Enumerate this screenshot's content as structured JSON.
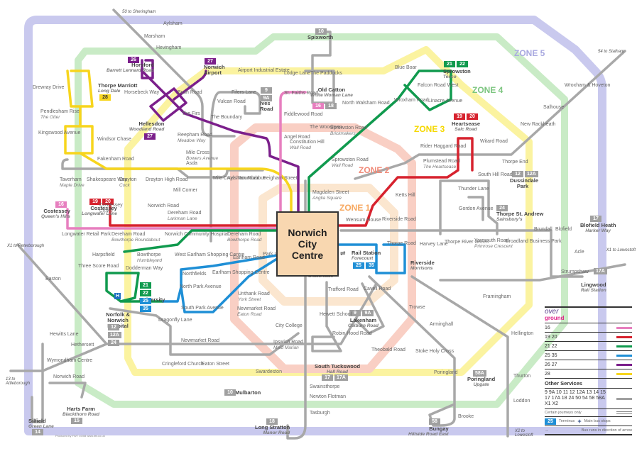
{
  "map": {
    "title": "Norwich City Centre",
    "title_lines": [
      "Norwich",
      "City",
      "Centre"
    ],
    "zones": [
      {
        "label": "ZONE 1",
        "color": "#f7a860"
      },
      {
        "label": "ZONE 2",
        "color": "#f08a78"
      },
      {
        "label": "ZONE 3",
        "color": "#f5e02a"
      },
      {
        "label": "ZONE 4",
        "color": "#86cf8a"
      },
      {
        "label": "ZONE 5",
        "color": "#a9a9e0"
      }
    ],
    "destinations": [
      "50 to Sheringham",
      "54 to Stalham",
      "X1 to Peterborough",
      "13 to Attleborough",
      "X1 to Lowestoft",
      "X2 to Lowestoft"
    ],
    "route_colors": {
      "16": "#e77fbf",
      "19_20": "#d7222e",
      "21_22": "#109a4e",
      "25_35": "#1f8fd6",
      "26_27": "#7b1f8b",
      "28": "#f7d51d",
      "other": "#a0a0a0"
    },
    "termini": [
      {
        "name": "Horsford",
        "sub": "Barrett Lennard Road",
        "routes": [
          "26"
        ],
        "color": "#7b1f8b"
      },
      {
        "name": "Norwich Airport",
        "sub": "",
        "routes": [
          "27"
        ],
        "color": "#7b1f8b"
      },
      {
        "name": "Hellesdon",
        "sub": "Woodland Road",
        "routes": [
          "27"
        ],
        "color": "#7b1f8b"
      },
      {
        "name": "Thorpe Marriott",
        "sub": "Long Dale",
        "routes": [
          "28"
        ],
        "color": "#f7d51d"
      },
      {
        "name": "Spixworth",
        "sub": "",
        "routes": [
          "10"
        ],
        "color": "#a0a0a0"
      },
      {
        "name": "Old Catton",
        "sub": "White Woman Lane",
        "routes": [
          "16",
          "18"
        ],
        "color": "#e77fbf"
      },
      {
        "name": "Ives Road",
        "sub": "",
        "routes": [
          "9",
          "9A"
        ],
        "color": "#a0a0a0"
      },
      {
        "name": "Sprowston",
        "sub": "Tesco",
        "routes": [
          "21",
          "22"
        ],
        "color": "#109a4e"
      },
      {
        "name": "Heartsease",
        "sub": "Salc Road",
        "routes": [
          "19",
          "20"
        ],
        "color": "#d7222e"
      },
      {
        "name": "Dussindale Park",
        "sub": "",
        "routes": [
          "12",
          "12A"
        ],
        "color": "#a0a0a0"
      },
      {
        "name": "Thorpe St. Andrew",
        "sub": "Sainsbury's",
        "routes": [
          "24"
        ],
        "color": "#a0a0a0"
      },
      {
        "name": "Blofield Heath",
        "sub": "Harker Way",
        "routes": [
          "17"
        ],
        "color": "#a0a0a0"
      },
      {
        "name": "Lingwood",
        "sub": "Rail Station",
        "routes": [
          "17A"
        ],
        "color": "#a0a0a0"
      },
      {
        "name": "Costessey",
        "sub": "Queen's Hills",
        "routes": [
          "16"
        ],
        "color": "#e77fbf"
      },
      {
        "name": "Costessey",
        "sub": "Longwater Lane",
        "routes": [
          "19",
          "20"
        ],
        "color": "#d7222e"
      },
      {
        "name": "University",
        "sub": "",
        "routes": [
          "21",
          "22",
          "25",
          "35"
        ],
        "color": "#109a4e"
      },
      {
        "name": "Norfolk & Norwich Hospital",
        "sub": "",
        "routes": [
          "12",
          "12A",
          "24"
        ],
        "color": "#a0a0a0"
      },
      {
        "name": "Rail Station",
        "sub": "Forecourt",
        "routes": [
          "25",
          "35"
        ],
        "color": "#1f8fd6"
      },
      {
        "name": "Riverside",
        "sub": "Morrisons",
        "routes": [],
        "color": "#1f8fd6"
      },
      {
        "name": "Lakenham",
        "sub": "Colburn Road",
        "routes": [
          "9",
          "9A"
        ],
        "color": "#a0a0a0"
      },
      {
        "name": "South Tuckswood",
        "sub": "Hall Road",
        "routes": [
          "17",
          "17A"
        ],
        "color": "#a0a0a0"
      },
      {
        "name": "Poringland",
        "sub": "Upgate",
        "routes": [
          "58A"
        ],
        "color": "#a0a0a0"
      },
      {
        "name": "Mulbarton",
        "sub": "",
        "routes": [
          "10"
        ],
        "color": "#a0a0a0"
      },
      {
        "name": "Long Stratton",
        "sub": "Manor Road",
        "routes": [
          "18"
        ],
        "color": "#a0a0a0"
      },
      {
        "name": "Bungay",
        "sub": "Hillside Road East",
        "routes": [
          "58"
        ],
        "color": "#a0a0a0"
      },
      {
        "name": "Harts Farm",
        "sub": "Blackthorn Road",
        "routes": [
          "15"
        ],
        "color": "#a0a0a0"
      },
      {
        "name": "Silfield",
        "sub": "Green Lane",
        "routes": [
          "14"
        ],
        "color": "#a0a0a0"
      }
    ],
    "stops": [
      {
        "name": "Aylsham"
      },
      {
        "name": "Marsham"
      },
      {
        "name": "Hevingham"
      },
      {
        "name": "Drewray Drive"
      },
      {
        "name": "Pendlesham Rise",
        "sub": "The Otter"
      },
      {
        "name": "Kingswood Avenue"
      },
      {
        "name": "Windsor Chase"
      },
      {
        "name": "Horsebeck Way"
      },
      {
        "name": "Bush Road"
      },
      {
        "name": "The Firs"
      },
      {
        "name": "Reepham Road",
        "sub": "Meadow Way"
      },
      {
        "name": "Vulcan Road"
      },
      {
        "name": "The Boundary"
      },
      {
        "name": "Airport Industrial Estate"
      },
      {
        "name": "Fifers Lane"
      },
      {
        "name": "Lodge Lane"
      },
      {
        "name": "The Paddocks"
      },
      {
        "name": "St. Faiths Road"
      },
      {
        "name": "Fiddlewood Road"
      },
      {
        "name": "North Walsham Road"
      },
      {
        "name": "The Woodman"
      },
      {
        "name": "Angel Road"
      },
      {
        "name": "Constitution Hill",
        "sub": "Wall Road"
      },
      {
        "name": "Sprowston Road",
        "sub": "Wall Road"
      },
      {
        "name": "Sprowston Road",
        "sub": "Brickmakers"
      },
      {
        "name": "Blue Boar"
      },
      {
        "name": "Falcon Road West"
      },
      {
        "name": "Wroxham Road"
      },
      {
        "name": "Linacre Avenue"
      },
      {
        "name": "Wroxham & Hoveton"
      },
      {
        "name": "Salhouse"
      },
      {
        "name": "New Rackheath"
      },
      {
        "name": "Rider Haggard Road"
      },
      {
        "name": "Witard Road"
      },
      {
        "name": "Plumstead Road",
        "sub": "The Heartsease"
      },
      {
        "name": "Thorpe End"
      },
      {
        "name": "South Hill Road"
      },
      {
        "name": "Thunder Lane"
      },
      {
        "name": "Gordon Avenue"
      },
      {
        "name": "Ketts Hill"
      },
      {
        "name": "Riverside Road"
      },
      {
        "name": "Wensum House"
      },
      {
        "name": "Thorpe Road"
      },
      {
        "name": "Harvey Lane"
      },
      {
        "name": "Thorpe River Green"
      },
      {
        "name": "Yarmouth Road",
        "sub": "Primrose Crescent"
      },
      {
        "name": "Broadland Business Park"
      },
      {
        "name": "Brundall"
      },
      {
        "name": "Blofield"
      },
      {
        "name": "Acle"
      },
      {
        "name": "Strumpshaw"
      },
      {
        "name": "Fakenham Road"
      },
      {
        "name": "Taverham",
        "sub": "Maple Drive"
      },
      {
        "name": "Shakespeare Way"
      },
      {
        "name": "Drayton",
        "sub": "Cock"
      },
      {
        "name": "Drayton High Road"
      },
      {
        "name": "Asda"
      },
      {
        "name": "Mile Cross",
        "sub": "Bowers Avenue"
      },
      {
        "name": "Mill Corner"
      },
      {
        "name": "Mile Cross Roundabout"
      },
      {
        "name": "Aylsham Road"
      },
      {
        "name": "Heigham Street"
      },
      {
        "name": "Magdalen Street",
        "sub": "Anglia Square"
      },
      {
        "name": "Costessey",
        "sub": "Crown"
      },
      {
        "name": "Norwich Road"
      },
      {
        "name": "Dereham Road",
        "sub": "Larkman Lane"
      },
      {
        "name": "Longwater Retail Park"
      },
      {
        "name": "Dereham Road",
        "sub": "Bowthorpe Roundabout"
      },
      {
        "name": "Norwich Community Hospital"
      },
      {
        "name": "Dereham Road",
        "sub": "Bowthorpe Road"
      },
      {
        "name": "Harpsfield"
      },
      {
        "name": "Bowthorpe",
        "sub": "Humbleyard"
      },
      {
        "name": "West Earlham Shopping Centre"
      },
      {
        "name": "Three Score Road"
      },
      {
        "name": "Dodderman Way"
      },
      {
        "name": "Northfields"
      },
      {
        "name": "North Park Avenue"
      },
      {
        "name": "South Park Avenue"
      },
      {
        "name": "Earlham Shopping Centre"
      },
      {
        "name": "Earlham Road"
      },
      {
        "name": "Park Lane"
      },
      {
        "name": "Unthank Road",
        "sub": "York Street"
      },
      {
        "name": "Newmarket Road",
        "sub": "Eaton Road"
      },
      {
        "name": "Dragonfly Lane"
      },
      {
        "name": "Newmarket Road"
      },
      {
        "name": "Cringleford Church"
      },
      {
        "name": "Eaton Street"
      },
      {
        "name": "City College"
      },
      {
        "name": "Ipswich Road",
        "sub": "Maid Marian"
      },
      {
        "name": "Swardeston"
      },
      {
        "name": "Swainsthorpe"
      },
      {
        "name": "Newton Flotman"
      },
      {
        "name": "Tasburgh"
      },
      {
        "name": "Trafford Road"
      },
      {
        "name": "Hewett School"
      },
      {
        "name": "Robin Hood Road"
      },
      {
        "name": "Cavell Road"
      },
      {
        "name": "Theobald Road"
      },
      {
        "name": "Bracondale"
      },
      {
        "name": "Trowse"
      },
      {
        "name": "Arminghall"
      },
      {
        "name": "Stoke Holy Cross"
      },
      {
        "name": "Poringland"
      },
      {
        "name": "Brooke"
      },
      {
        "name": "Framingham"
      },
      {
        "name": "Hellington"
      },
      {
        "name": "Thurton"
      },
      {
        "name": "Loddon"
      },
      {
        "name": "Easton"
      },
      {
        "name": "Hewitts Lane"
      },
      {
        "name": "Hethersett"
      },
      {
        "name": "Wymondham Centre"
      },
      {
        "name": "Norwich Road"
      }
    ],
    "credit": "Produced by FWT 03/08 www.fwt.co.uk"
  },
  "legend": {
    "brand_top": "over",
    "brand_bottom": "ground",
    "rows": [
      {
        "label": "16",
        "color": "#e77fbf"
      },
      {
        "label": "19  20",
        "color": "#d7222e"
      },
      {
        "label": "21  22",
        "color": "#109a4e"
      },
      {
        "label": "25  35",
        "color": "#1f8fd6"
      },
      {
        "label": "26  27",
        "color": "#7b1f8b"
      },
      {
        "label": "28",
        "color": "#f7d51d"
      }
    ],
    "other_header": "Other Services",
    "other_routes": "9 9A 10 11 12 12A 13 14 15 17 17A 18 24 50 54 58 58A X1 X2",
    "other_color": "#a0a0a0",
    "certain_journeys": "Certain journeys only",
    "terminus_badge": "25",
    "terminus_label": "Terminus",
    "main_stops_label": "Main bus stops",
    "direction_label": "Bus runs in direction of arrow"
  }
}
